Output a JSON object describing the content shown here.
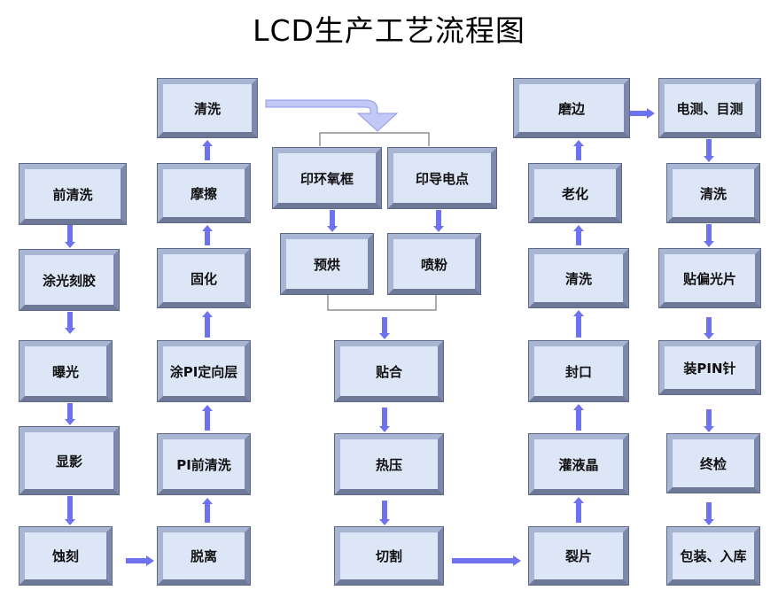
{
  "title": "LCD生产工艺流程图",
  "colors": {
    "arrow": "#6f72ee",
    "box_fill": "#dde6f6",
    "connector": "#777777"
  },
  "steps": {
    "qianqingxi": "前清洗",
    "tuguangkejiao": "涂光刻胶",
    "baoguang": "曝光",
    "xianying": "显影",
    "shike": "蚀刻",
    "tuoli": "脱离",
    "piqianqingxi": "PI前清洗",
    "tupidingxiangceng": "涂PI定向层",
    "guhua": "固化",
    "moca": "摩擦",
    "qingxi1": "清洗",
    "yinhuanyangkuang": "印环氧框",
    "yindaodiandian": "印导电点",
    "yuhong": "预烘",
    "penfen": "喷粉",
    "tiehe": "贴合",
    "reya": "热压",
    "qiege": "切割",
    "liepian": "裂片",
    "guanyejing": "灌液晶",
    "fengkou": "封口",
    "qingxi2": "清洗",
    "laohua": "老化",
    "mobian": "磨边",
    "diance": "电测、目测",
    "qingxi3": "清洗",
    "tiepianguangpian": "贴偏光片",
    "zhuangpinzhen": "装PIN针",
    "zhongjian": "终检",
    "baozhuang": "包装、入库"
  }
}
